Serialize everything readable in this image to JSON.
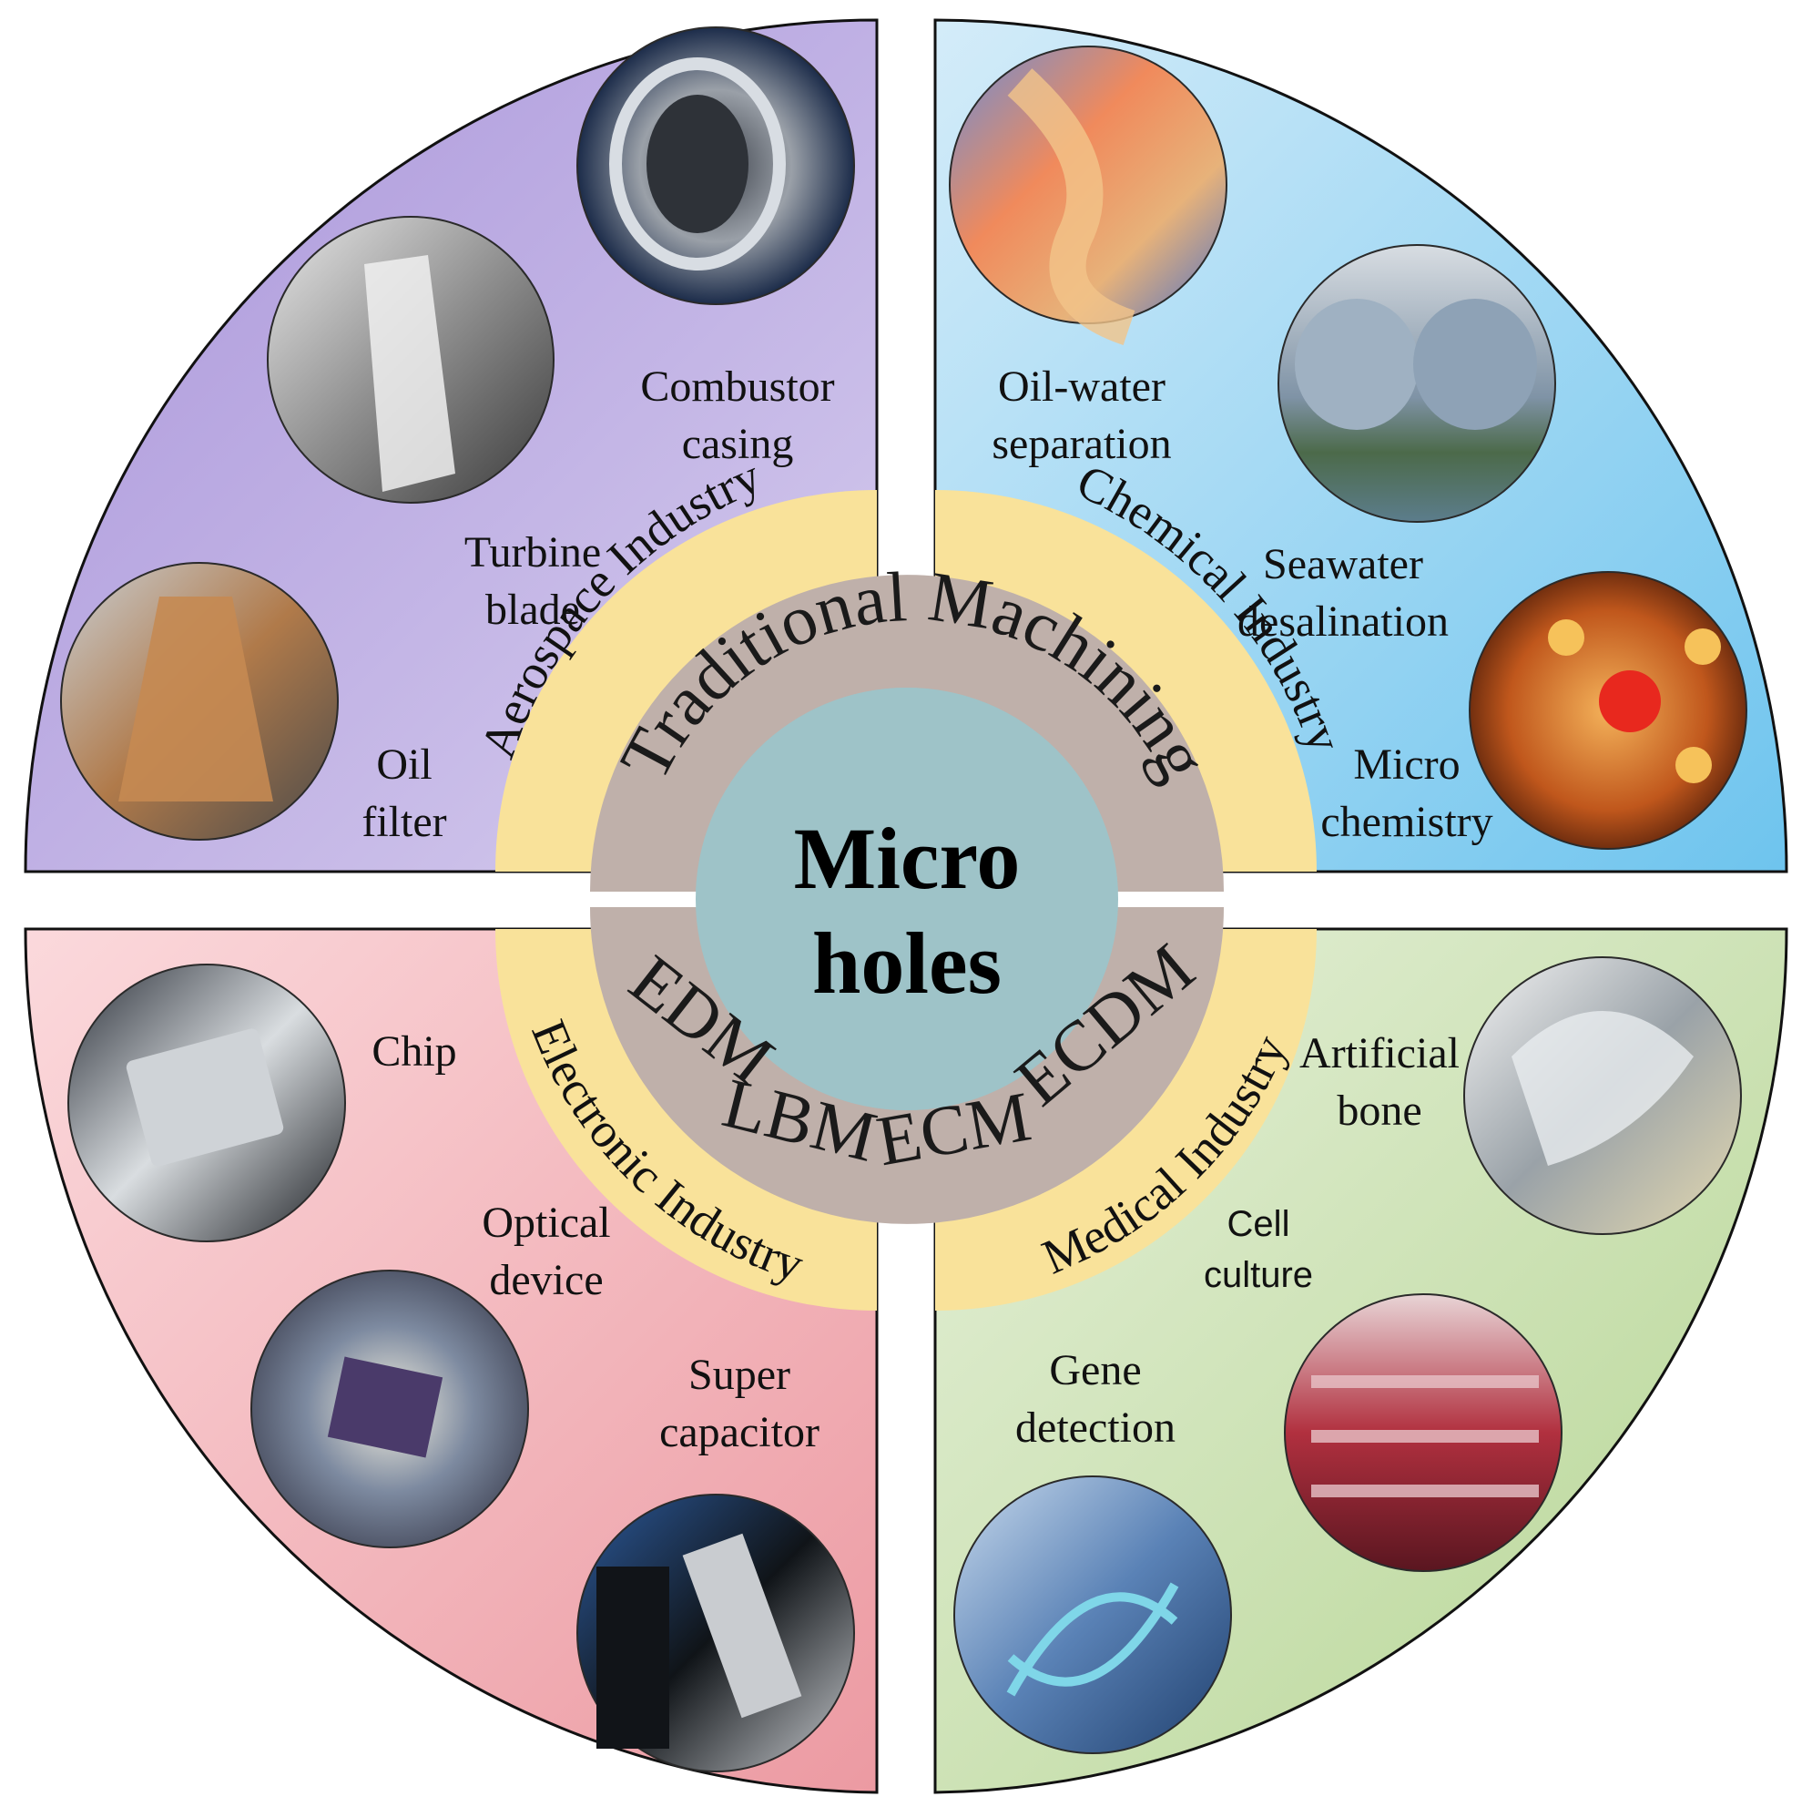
{
  "center": {
    "line1": "Micro",
    "line2": "holes"
  },
  "methods": {
    "top": "Traditional Machining",
    "bottom": [
      "EDM",
      "LBM",
      "ECM",
      "ECDM"
    ]
  },
  "industries": {
    "aerospace": "Aerospace Industry",
    "chemical": "Chemical Industry",
    "electronic": "Electronic Industry",
    "medical": "Medical Industry"
  },
  "applications": {
    "combustor": [
      "Combustor",
      "casing"
    ],
    "turbine": [
      "Turbine",
      "blade"
    ],
    "oil_filter": [
      "Oil",
      "filter"
    ],
    "oil_water": [
      "Oil-water",
      "separation"
    ],
    "seawater": [
      "Seawater",
      "desalination"
    ],
    "micro_chem": [
      "Micro",
      "chemistry"
    ],
    "chip": [
      "Chip"
    ],
    "optical": [
      "Optical",
      "device"
    ],
    "supercap": [
      "Super",
      "capacitor"
    ],
    "bone": [
      "Artificial",
      "bone"
    ],
    "cell": [
      "Cell",
      "culture"
    ],
    "gene": [
      "Gene",
      "detection"
    ]
  },
  "colors": {
    "aerospace": "#b9a6de",
    "chemical": "#86cbef",
    "electronic": "#f2a9b1",
    "medical": "#c4dea7",
    "industry_ring": "#f9e29a",
    "method_ring": "#bfb0aa",
    "center": "#9ec3c8"
  }
}
